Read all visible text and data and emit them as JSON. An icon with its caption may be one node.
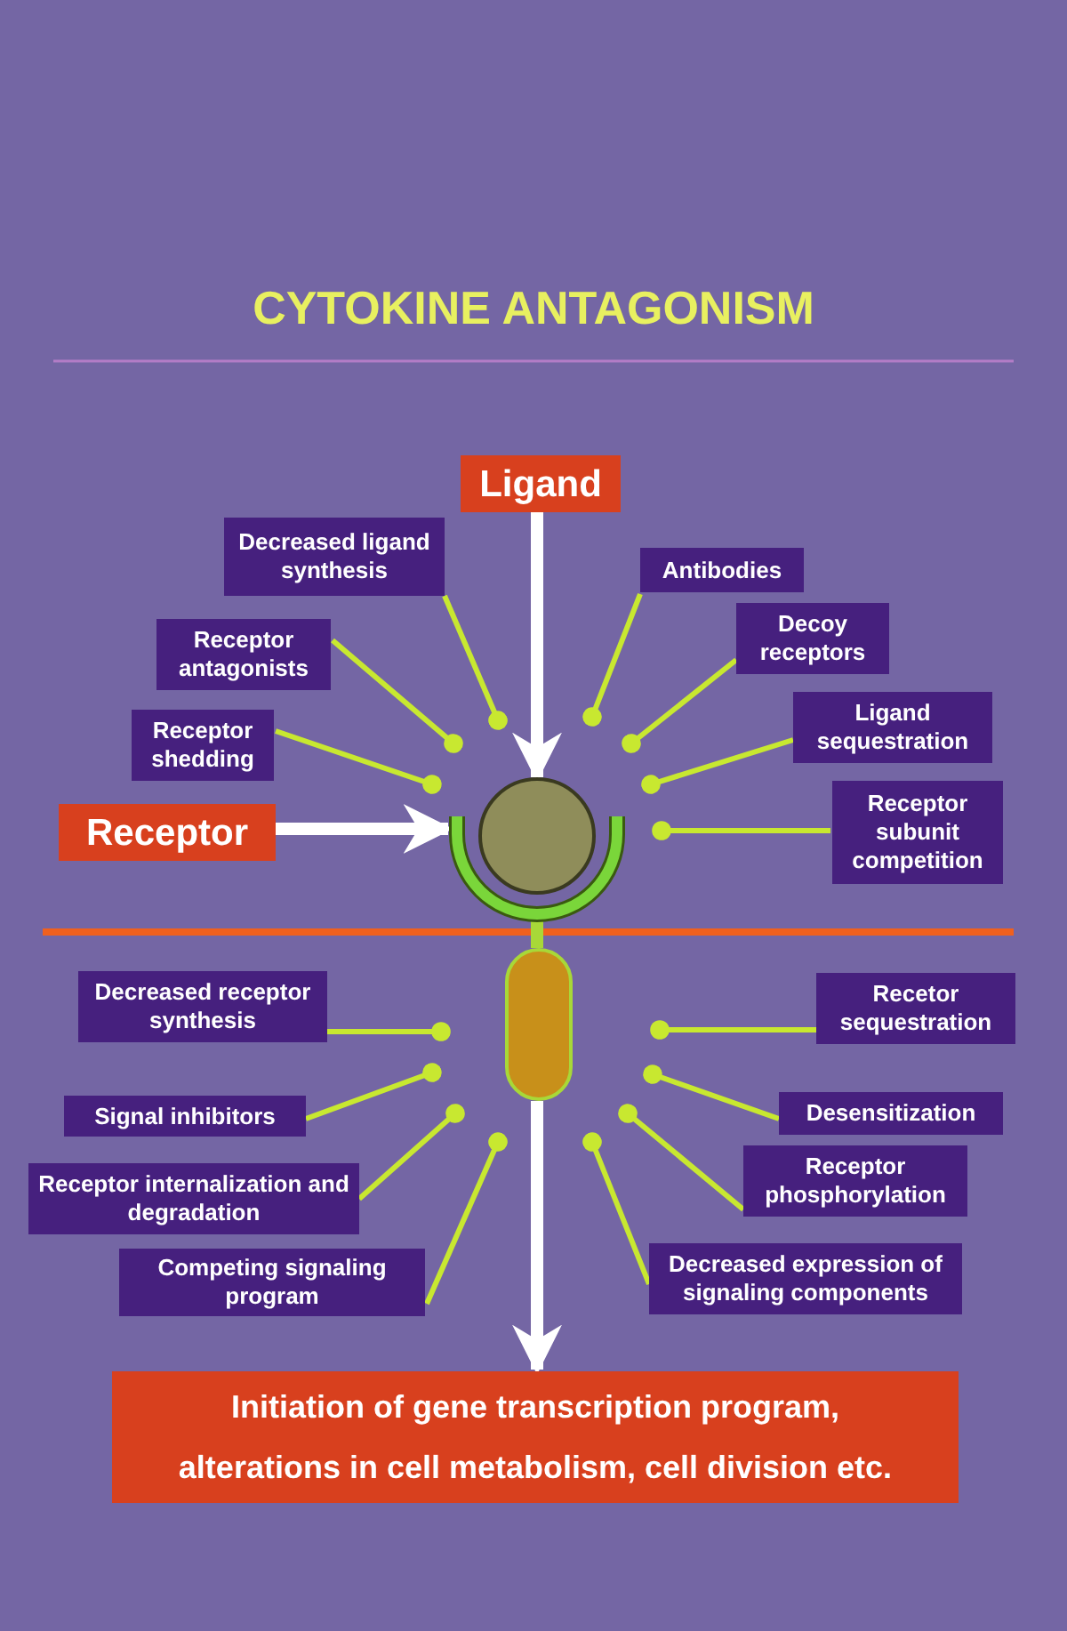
{
  "diagram": {
    "title": "CYTOKINE ANTAGONISM",
    "nodes": [
      {
        "text": [
          "Ligand"
        ]
      },
      {
        "text": [
          "Receptor"
        ]
      },
      {
        "text": [],
        "shape": "circle"
      },
      {
        "text": [],
        "shape": "cup"
      },
      {
        "text": [],
        "shape": "capsule"
      },
      {
        "text": [
          "Initiation of gene transcription program, alterations in cell metabolism, cell division etc."
        ]
      },
      {
        "text": [
          "Decreased ligand synthesis"
        ]
      },
      {
        "text": [
          "Receptor antagonists"
        ]
      },
      {
        "text": [
          "Receptor shedding"
        ]
      },
      {
        "text": [
          "Antibodies"
        ]
      },
      {
        "text": [
          "Decoy receptors"
        ]
      },
      {
        "text": [
          "Ligand sequestration"
        ]
      },
      {
        "text": [
          "Receptor subunit competition"
        ]
      },
      {
        "text": [
          "Decreased receptor synthesis"
        ]
      },
      {
        "text": [
          "Signal inhibitors"
        ]
      },
      {
        "text": [
          "Receptor internalization and degradation"
        ]
      },
      {
        "text": [
          "Competing signaling program"
        ]
      },
      {
        "text": [
          "Recetor sequestration"
        ]
      },
      {
        "text": [
          "Desensitization"
        ]
      },
      {
        "text": [
          "Receptor phosphorylation"
        ]
      },
      {
        "text": [
          "Decreased expression of signaling components"
        ]
      }
    ],
    "edges": [
      {
        "from": 0,
        "to": 2,
        "arrow": "to",
        "style": "thick",
        "color": "#ffffff"
      },
      {
        "from": 1,
        "to": 3,
        "arrow": "to",
        "style": "thick",
        "color": "#ffffff"
      },
      {
        "from": 3,
        "to": 4,
        "arrow": "none",
        "style": "thick",
        "color": "#a8d838"
      },
      {
        "from": 4,
        "to": 5,
        "arrow": "to",
        "style": "thick",
        "color": "#ffffff"
      },
      {
        "from": 6,
        "to": 2,
        "arrow": "other"
      },
      {
        "from": 7,
        "to": 2,
        "arrow": "other"
      },
      {
        "from": 8,
        "to": 3,
        "arrow": "other"
      },
      {
        "from": 9,
        "to": 2,
        "arrow": "other"
      },
      {
        "from": 10,
        "to": 2,
        "arrow": "other"
      },
      {
        "from": 11,
        "to": 3,
        "arrow": "other"
      },
      {
        "from": 12,
        "to": 3,
        "arrow": "other"
      },
      {
        "from": 13,
        "to": 4,
        "arrow": "other"
      },
      {
        "from": 14,
        "to": 4,
        "arrow": "other"
      },
      {
        "from": 15,
        "to": 4,
        "arrow": "other"
      },
      {
        "from": 16,
        "to": 4,
        "arrow": "other"
      },
      {
        "from": 17,
        "to": 4,
        "arrow": "other"
      },
      {
        "from": 18,
        "to": 4,
        "arrow": "other"
      },
      {
        "from": 19,
        "to": 4,
        "arrow": "other"
      },
      {
        "from": 20,
        "to": 4,
        "arrow": "other"
      }
    ]
  }
}
